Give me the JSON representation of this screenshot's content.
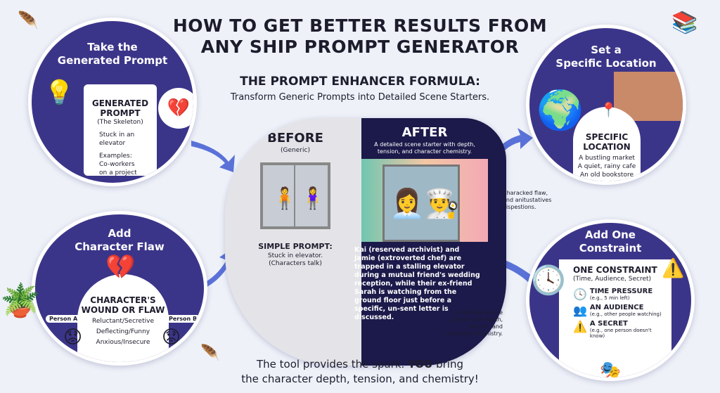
{
  "title": {
    "line1": "HOW TO GET BETTER RESULTS FROM",
    "line2": "ANY SHIP PROMPT GENERATOR"
  },
  "formula": {
    "heading": "THE PROMPT ENHANCER FORMULA:",
    "subheading": "Transform Generic Prompts into Detailed Scene Starters."
  },
  "step1": {
    "title1": "Take the",
    "title2": "Generated Prompt",
    "card_title1": "GENERATED",
    "card_title2": "PROMPT",
    "card_sub": "(The Skeleton)",
    "line1": "Stuck in an elevator",
    "examples_label": "Examples:",
    "examples1": "Co-workers",
    "examples2": "on a project"
  },
  "step2": {
    "title1": "Add",
    "title2": "Character Flaw",
    "card_title1": "CHARACTER'S",
    "card_title2": "WOUND OR FLAW",
    "items": [
      "Reluctant/Secretive",
      "Deflecting/Funny",
      "Anxious/Insecure"
    ],
    "person_a": "Person A",
    "person_b": "Person B"
  },
  "step3": {
    "title1": "Set a",
    "title2": "Specific Location",
    "card_title1": "SPECIFIC",
    "card_title2": "LOCATION",
    "items": [
      "A bustling market",
      "A quiet, rainy cafe",
      "An old bookstore"
    ]
  },
  "step4": {
    "title1": "Add One",
    "title2": "Constraint",
    "card_title": "ONE CONSTRAINT",
    "card_sub": "(Time, Audience, Secret)",
    "items": [
      {
        "label": "TIME PRESSURE",
        "example": "(e.g., 5 min left)",
        "icon": "clock-icon"
      },
      {
        "label": "AN AUDIENCE",
        "example": "(e.g., other people watching)",
        "icon": "people-icon"
      },
      {
        "label": "A SECRET",
        "example": "(e.g., one person doesn't know)",
        "icon": "warning-icon"
      }
    ]
  },
  "before": {
    "title": "BEFORE",
    "sub": "(Generic)",
    "prompt_label": "SIMPLE PROMPT:",
    "prompt1": "Stuck in elevator.",
    "prompt2": "(Characters talk)"
  },
  "after": {
    "title": "AFTER",
    "sub1": "A detailed scene starter with depth,",
    "sub2": "tension, and character chemistry.",
    "story": "Kai (reserved archivist) and Jamie (extroverted chef) are trapped in a stalling elevator during a mutual friend's wedding reception, while their ex-friend Sarah is watching from the ground floor just before a specific, un-sent letter is discussed.",
    "annotation1": "Characked flaw, and anitustatives eispestions.",
    "annotation2": "A detailed scene starter with depth, tension, and character chemistry."
  },
  "footer": {
    "part1": "The tool provides the spark. ",
    "emph": "YOU",
    "part2": " bring",
    "line2": "the character depth, tension, and chemistry!"
  },
  "colors": {
    "circle": "#3b3589",
    "after_bg": "#1c1a4a",
    "before_bg": "#e4e4e8",
    "arrow": "#5a72d8",
    "accent": "#f0a43a",
    "background": "#eef1f8"
  }
}
